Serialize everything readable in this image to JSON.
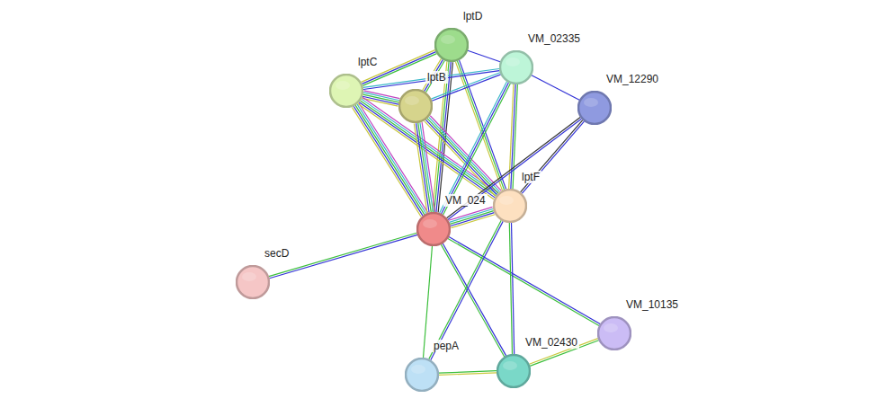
{
  "diagram": {
    "nodes": [
      {
        "text": [
          "lptD"
        ]
      },
      {
        "text": [
          "VM_02335"
        ]
      },
      {
        "text": [
          "lptC"
        ]
      },
      {
        "text": [
          "lptB"
        ]
      },
      {
        "text": [
          "VM_12290"
        ]
      },
      {
        "text": [
          "lptF"
        ]
      },
      {
        "text": [
          "VM_024"
        ]
      },
      {
        "text": [
          "secD"
        ]
      },
      {
        "text": [
          "VM_10135"
        ]
      },
      {
        "text": [
          "pepA"
        ]
      },
      {
        "text": [
          "VM_02430"
        ]
      }
    ],
    "edges": [
      {
        "from": 0,
        "to": 2,
        "arrow": "none"
      },
      {
        "from": 0,
        "to": 3,
        "arrow": "none"
      },
      {
        "from": 0,
        "to": 1,
        "arrow": "none"
      },
      {
        "from": 0,
        "to": 6,
        "arrow": "none"
      },
      {
        "from": 0,
        "to": 5,
        "arrow": "none"
      },
      {
        "from": 2,
        "to": 3,
        "arrow": "none"
      },
      {
        "from": 2,
        "to": 6,
        "arrow": "none"
      },
      {
        "from": 2,
        "to": 5,
        "arrow": "none"
      },
      {
        "from": 2,
        "to": 1,
        "arrow": "none"
      },
      {
        "from": 3,
        "to": 6,
        "arrow": "none"
      },
      {
        "from": 3,
        "to": 5,
        "arrow": "none"
      },
      {
        "from": 3,
        "to": 1,
        "arrow": "none"
      },
      {
        "from": 1,
        "to": 6,
        "arrow": "none"
      },
      {
        "from": 1,
        "to": 5,
        "arrow": "none"
      },
      {
        "from": 1,
        "to": 4,
        "arrow": "none"
      },
      {
        "from": 4,
        "to": 6,
        "arrow": "none"
      },
      {
        "from": 4,
        "to": 5,
        "arrow": "none"
      },
      {
        "from": 6,
        "to": 5,
        "arrow": "none"
      },
      {
        "from": 6,
        "to": 7,
        "arrow": "none"
      },
      {
        "from": 6,
        "to": 8,
        "arrow": "none"
      },
      {
        "from": 6,
        "to": 9,
        "arrow": "none"
      },
      {
        "from": 6,
        "to": 10,
        "arrow": "none"
      },
      {
        "from": 5,
        "to": 9,
        "arrow": "none"
      },
      {
        "from": 5,
        "to": 10,
        "arrow": "none"
      },
      {
        "from": 9,
        "to": 10,
        "arrow": "none"
      },
      {
        "from": 8,
        "to": 10,
        "arrow": "none"
      }
    ]
  }
}
